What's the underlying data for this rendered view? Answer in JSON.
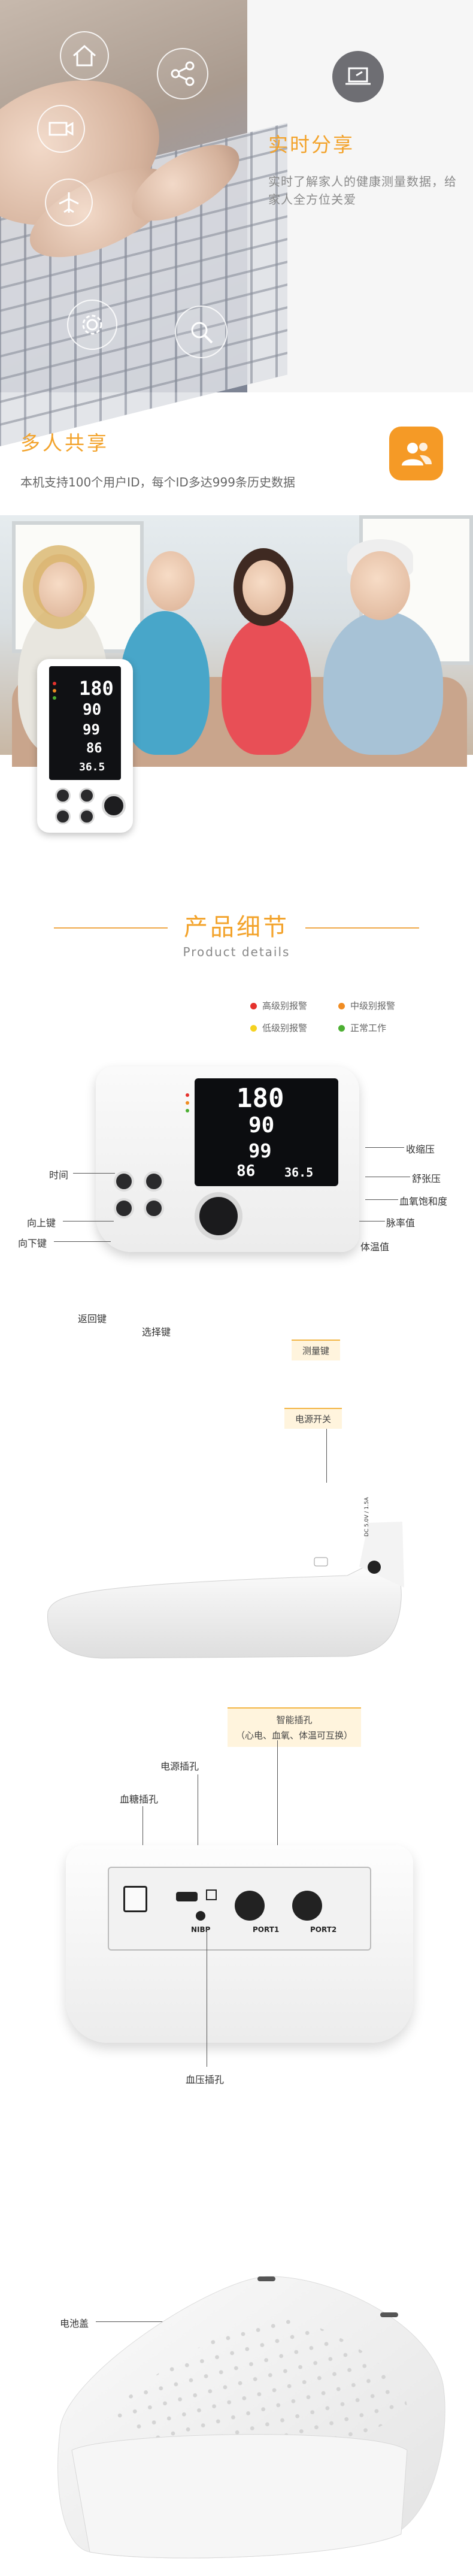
{
  "share": {
    "title": "实时分享",
    "description": "实时了解家人的健康测量数据，给家人全方位关爱",
    "icons": [
      "home-icon",
      "share-icon",
      "camera-icon",
      "plane-icon",
      "gear-icon",
      "search-icon"
    ],
    "logo_icon": "laptop-icon"
  },
  "multi_user": {
    "title": "多人共享",
    "description": "本机支持100个用户ID，每个ID多达999条历史数据",
    "icon": "users-icon"
  },
  "device_screen": {
    "values": [
      "180",
      "90",
      "99",
      "86",
      "36.5"
    ]
  },
  "details": {
    "title": "产品细节",
    "subtitle": "Product details",
    "legend": [
      {
        "label": "高级别报警",
        "color": "#e5322d"
      },
      {
        "label": "中级别报警",
        "color": "#f08c22"
      },
      {
        "label": "低级别报警",
        "color": "#f5d21f"
      },
      {
        "label": "正常工作",
        "color": "#4caf32"
      }
    ]
  },
  "front_labels": {
    "time": "时间",
    "up_key": "向上键",
    "down_key": "向下键",
    "return_key": "返回键",
    "select_key": "选择键",
    "measure_key": "测量键",
    "systolic": "收缩压",
    "diastolic": "舒张压",
    "spo2": "血氧饱和度",
    "pulse": "脉率值",
    "temperature": "体温值"
  },
  "side": {
    "power_switch": "电源开关",
    "port_text": "DC 5.0V / 1.5A"
  },
  "rear": {
    "smart_port": "智能插孔",
    "smart_port_note": "（心电、血氧、体温可互换）",
    "power_port": "电源插孔",
    "glucose_port": "血糖插孔",
    "bp_port": "血压插孔",
    "nibp": "NIBP",
    "port1": "PORT1",
    "port2": "PORT2"
  },
  "bottom": {
    "battery_cover": "电池盖"
  }
}
